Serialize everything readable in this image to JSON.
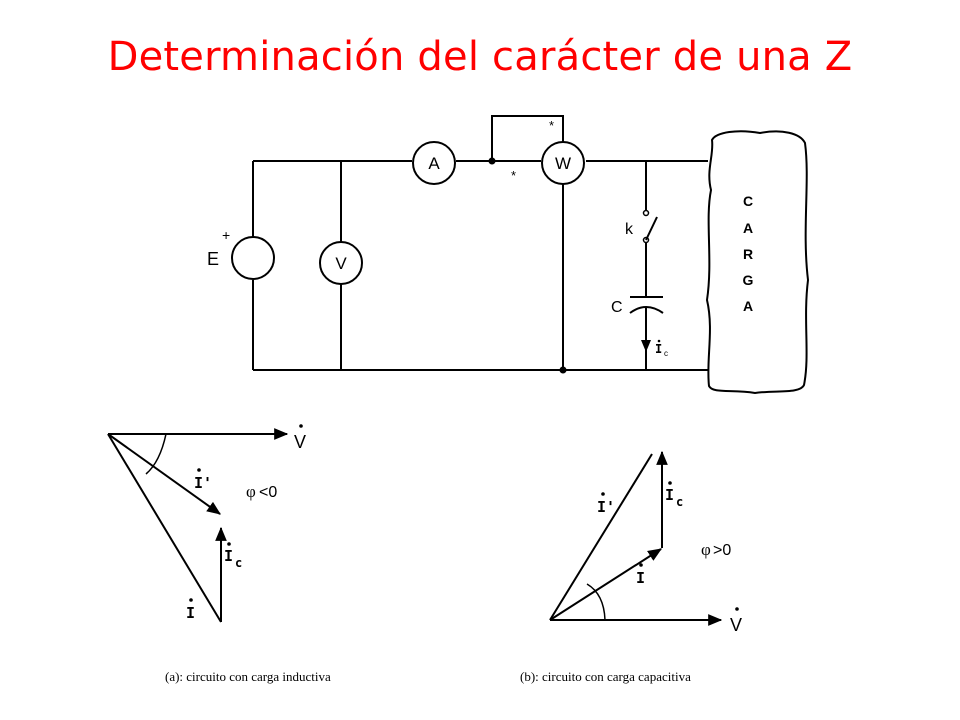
{
  "slide": {
    "title": "Determinación del carácter de una Z"
  },
  "circuit": {
    "source_label": "E",
    "source_polarity": "+",
    "voltmeter_label": "V",
    "ammeter_label": "A",
    "wattmeter_label": "W",
    "star_marks": [
      "*",
      "*"
    ],
    "switch_label": "k",
    "capacitor_label": "C",
    "capacitor_current_label": "I",
    "capacitor_current_subscript": "c",
    "load_letters": [
      "C",
      "A",
      "R",
      "G",
      "A"
    ]
  },
  "phasor_a": {
    "voltage_label": "V",
    "current_prime_label": "I'",
    "capacitor_current_label": "I",
    "capacitor_current_subscript": "c",
    "load_current_label": "I",
    "angle_phi": "φ",
    "angle_relation": "<0",
    "caption": "(a): circuito con carga inductiva"
  },
  "phasor_b": {
    "voltage_label": "V",
    "current_prime_label": "I'",
    "capacitor_current_label": "I",
    "capacitor_current_subscript": "c",
    "load_current_label": "I",
    "angle_phi": "φ",
    "angle_relation": ">0",
    "caption": "(b): circuito con carga capacitiva"
  },
  "colors": {
    "title": "#ff0000",
    "lines": "#000000",
    "background": "#ffffff"
  }
}
